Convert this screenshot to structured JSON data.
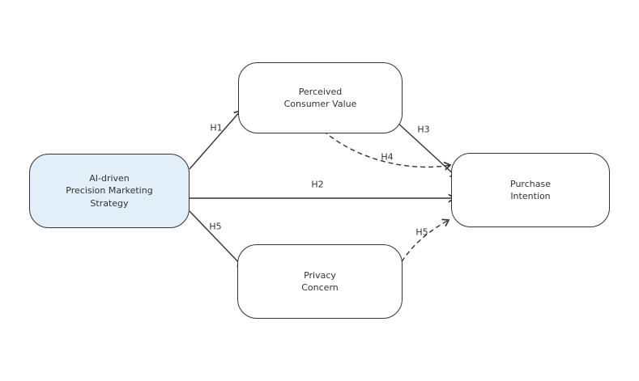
{
  "diagram": {
    "background_color": "#ffffff",
    "stroke_color": "#333333",
    "text_color": "#333333",
    "highlight_fill": "#e2eef8",
    "node_fill": "#ffffff",
    "nodes": {
      "ai_strategy": {
        "label": "AI-driven\nPrecision Marketing\nStrategy",
        "highlighted": true
      },
      "perceived_value": {
        "label": "Perceived\nConsumer Value",
        "highlighted": false
      },
      "privacy_concern": {
        "label": "Privacy\nConcern",
        "highlighted": false
      },
      "purchase_intention": {
        "label": "Purchase\nIntention",
        "highlighted": false
      }
    },
    "edges": {
      "h1": {
        "label": "H1",
        "style": "solid",
        "from": "ai_strategy",
        "to": "perceived_value"
      },
      "h2": {
        "label": "H2",
        "style": "solid",
        "from": "ai_strategy",
        "to": "purchase_intention"
      },
      "h3": {
        "label": "H3",
        "style": "solid",
        "from": "perceived_value",
        "to": "purchase_intention"
      },
      "h4": {
        "label": "H4",
        "style": "dashed",
        "from": "perceived_value",
        "to": "purchase_intention"
      },
      "h5_direct": {
        "label": "H5",
        "style": "solid",
        "from": "ai_strategy",
        "to": "privacy_concern"
      },
      "h5_mediated": {
        "label": "H5",
        "style": "dashed",
        "from": "privacy_concern",
        "to": "purchase_intention"
      }
    }
  }
}
